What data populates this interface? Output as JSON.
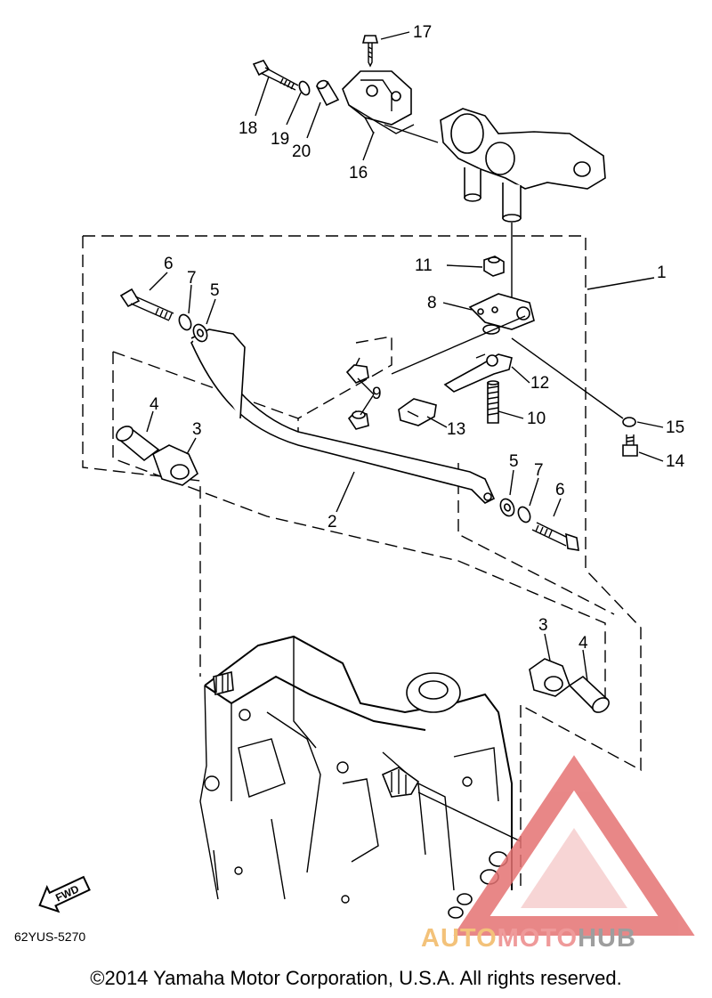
{
  "diagram": {
    "callouts": {
      "c1": "1",
      "c2": "2",
      "c3a": "3",
      "c3b": "3",
      "c4a": "4",
      "c4b": "4",
      "c5a": "5",
      "c5b": "5",
      "c6a": "6",
      "c6b": "6",
      "c7a": "7",
      "c7b": "7",
      "c8": "8",
      "c9": "9",
      "c10": "10",
      "c11": "11",
      "c12": "12",
      "c13": "13",
      "c14": "14",
      "c15": "15",
      "c16": "16",
      "c17": "17",
      "c18": "18",
      "c19": "19",
      "c20": "20"
    },
    "fwd_label": "FWD",
    "diagram_code": "62YUS-5270"
  },
  "watermark": {
    "part1": "AUTO",
    "part2": "MOTO",
    "part3": "HUB",
    "colors": {
      "auto": "#f3c27a",
      "moto": "#ef9a9a",
      "hub": "#9e9e9e",
      "triangle": "#e57373"
    }
  },
  "footer": {
    "copyright": "©2014 Yamaha Motor Corporation, U.S.A. All rights reserved."
  }
}
